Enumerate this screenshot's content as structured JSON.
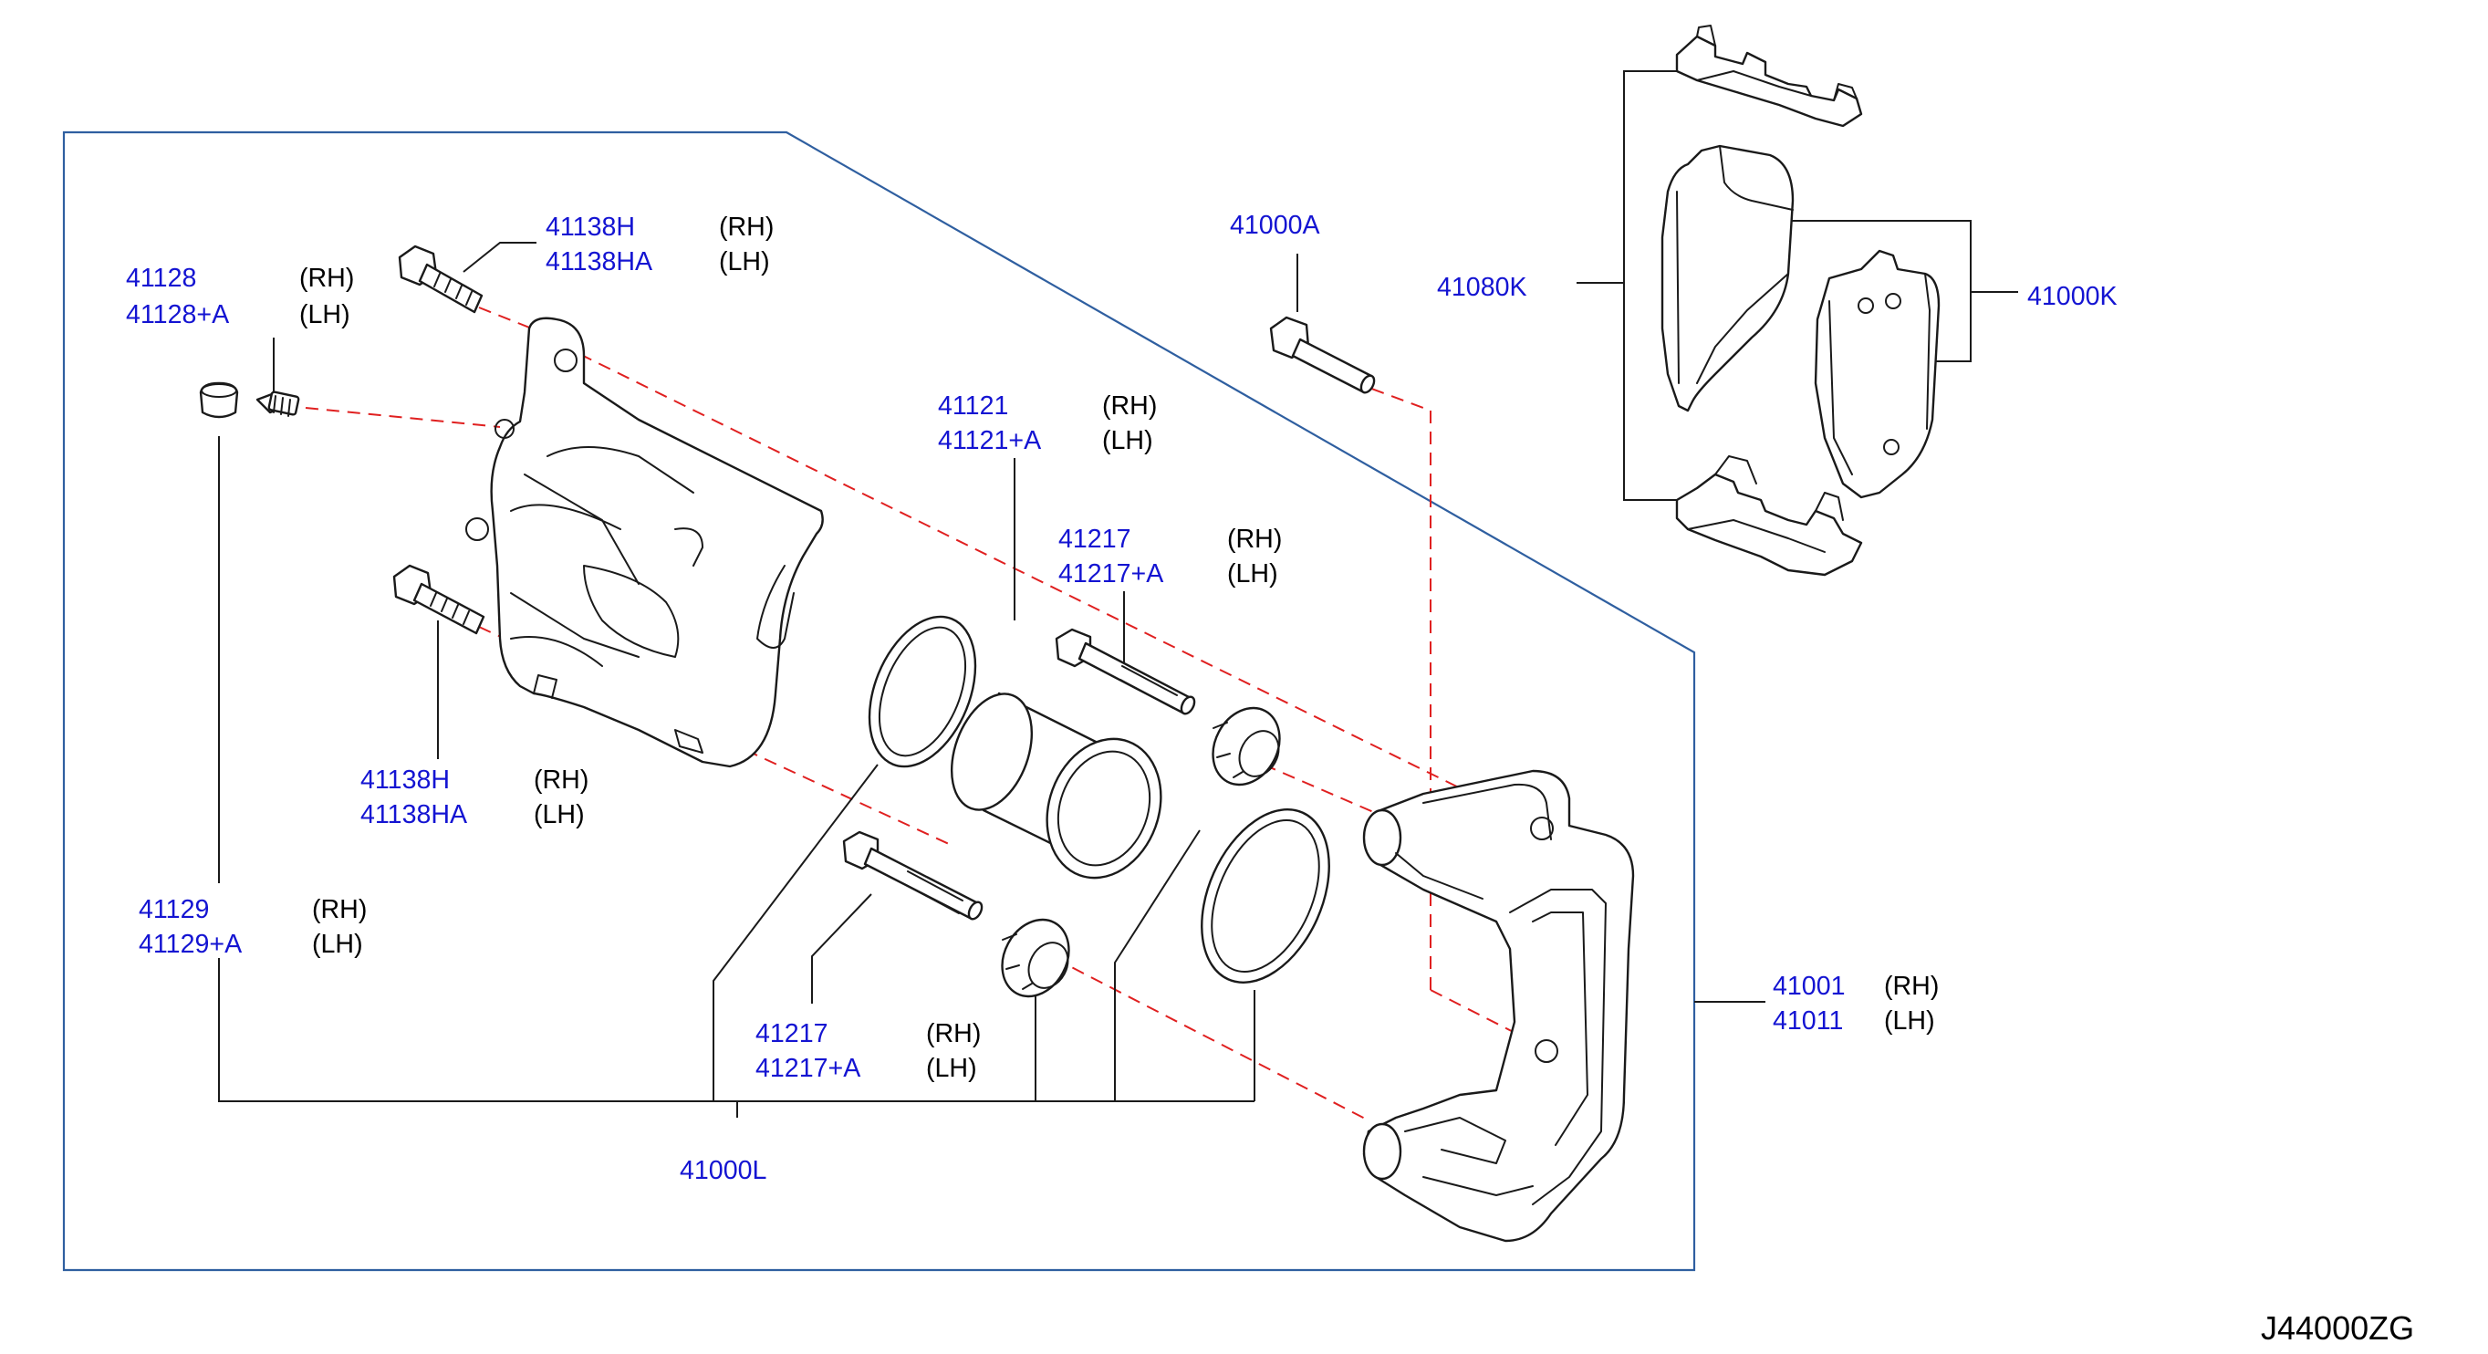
{
  "labels": {
    "l_41138h_top": "41138H",
    "l_41138ha_top": "41138HA",
    "l_41128": "41128",
    "l_41128a": "41128+A",
    "l_41000a": "41000A",
    "l_41080k": "41080K",
    "l_41000k": "41000K",
    "l_41121": "41121",
    "l_41121a": "41121+A",
    "l_41217_top": "41217",
    "l_41217a_top": "41217+A",
    "l_41138h_bot": "41138H",
    "l_41138ha_bot": "41138HA",
    "l_41129": "41129",
    "l_41129a": "41129+A",
    "l_41217_bot": "41217",
    "l_41217a_bot": "41217+A",
    "l_41000l": "41000L",
    "l_41001": "41001",
    "l_41011": "41011"
  },
  "sides": {
    "rh": "(RH)",
    "lh": "(LH)"
  },
  "diagram_code": "J44000ZG",
  "colors": {
    "part_number": "#1414d2",
    "frame_line": "#2f5fa0",
    "dashed_guide": "#e02020",
    "outline": "#1a1a1a"
  }
}
